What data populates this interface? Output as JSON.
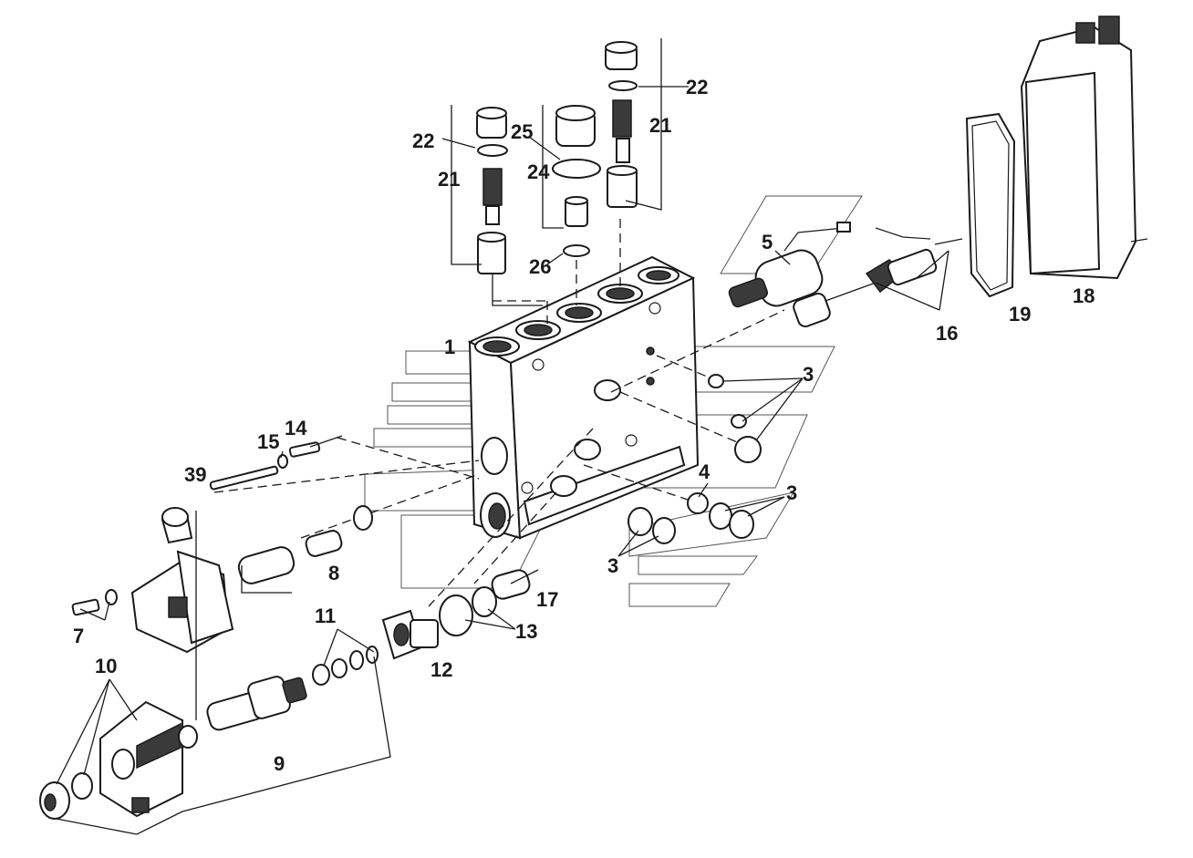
{
  "diagram": {
    "callouts": [
      {
        "id": "c1",
        "text": "1"
      },
      {
        "id": "c3a",
        "text": "3"
      },
      {
        "id": "c3b",
        "text": "3"
      },
      {
        "id": "c3c",
        "text": "3"
      },
      {
        "id": "c4",
        "text": "4"
      },
      {
        "id": "c5",
        "text": "5"
      },
      {
        "id": "c7",
        "text": "7"
      },
      {
        "id": "c8",
        "text": "8"
      },
      {
        "id": "c9",
        "text": "9"
      },
      {
        "id": "c10",
        "text": "10"
      },
      {
        "id": "c11",
        "text": "11"
      },
      {
        "id": "c12",
        "text": "12"
      },
      {
        "id": "c13",
        "text": "13"
      },
      {
        "id": "c14",
        "text": "14"
      },
      {
        "id": "c15",
        "text": "15"
      },
      {
        "id": "c16",
        "text": "16"
      },
      {
        "id": "c17",
        "text": "17"
      },
      {
        "id": "c18",
        "text": "18"
      },
      {
        "id": "c19",
        "text": "19"
      },
      {
        "id": "c21a",
        "text": "21"
      },
      {
        "id": "c21b",
        "text": "21"
      },
      {
        "id": "c22a",
        "text": "22"
      },
      {
        "id": "c22b",
        "text": "22"
      },
      {
        "id": "c24",
        "text": "24"
      },
      {
        "id": "c25",
        "text": "25"
      },
      {
        "id": "c26",
        "text": "26"
      },
      {
        "id": "c39",
        "text": "39"
      }
    ]
  }
}
